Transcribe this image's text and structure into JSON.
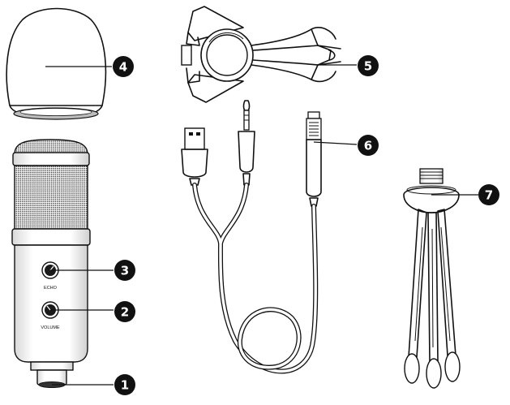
{
  "labels": {
    "mic_echo": "ECHO",
    "mic_volume": "VOLUME"
  },
  "callouts": [
    {
      "id": "1",
      "text": "1"
    },
    {
      "id": "2",
      "text": "2"
    },
    {
      "id": "3",
      "text": "3"
    },
    {
      "id": "4",
      "text": "4"
    },
    {
      "id": "5",
      "text": "5"
    },
    {
      "id": "6",
      "text": "6"
    },
    {
      "id": "7",
      "text": "7"
    }
  ],
  "colors": {
    "ink": "#111111",
    "paper": "#ffffff"
  }
}
